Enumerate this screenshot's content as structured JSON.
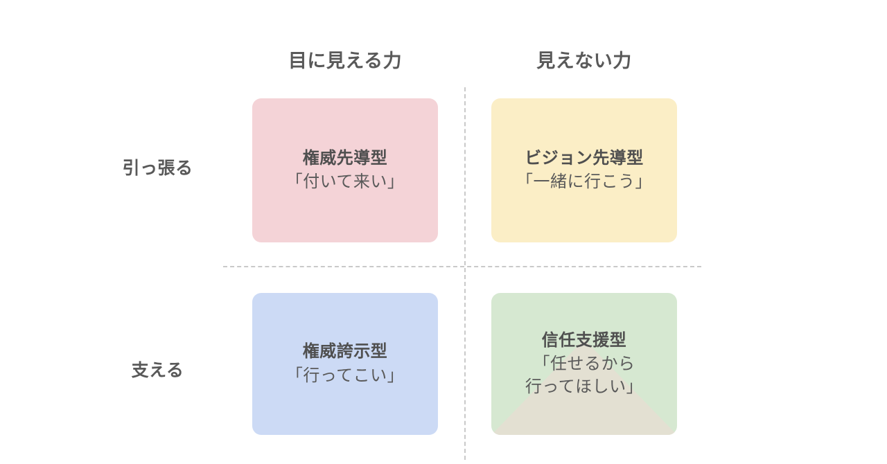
{
  "matrix": {
    "columns": [
      {
        "label": "目に見える力"
      },
      {
        "label": "見えない力"
      }
    ],
    "rows": [
      {
        "label": "引っ張る"
      },
      {
        "label": "支える"
      }
    ],
    "quadrants": [
      {
        "position": "top-left",
        "title": "権威先導型",
        "quote_lines": [
          "「付いて来い」"
        ],
        "fill": "#f4d3d7",
        "title_color": "#4f4f4f",
        "quote_color": "#5a5a5a"
      },
      {
        "position": "top-right",
        "title": "ビジョン先導型",
        "quote_lines": [
          "「一緒に行こう」"
        ],
        "fill": "#fbeec6",
        "title_color": "#4f4f4f",
        "quote_color": "#5a5a5a"
      },
      {
        "position": "bottom-left",
        "title": "権威誇示型",
        "quote_lines": [
          "「行ってこい」"
        ],
        "fill": "#ccdaf5",
        "title_color": "#4f4f4f",
        "quote_color": "#5a5a5a"
      },
      {
        "position": "bottom-right",
        "title": "信任支援型",
        "quote_lines": [
          "「任せるから",
          "行ってほしい」"
        ],
        "fill": "#d6e8d1",
        "overlay_fill": "#e3e0d2",
        "title_color": "#4f4f4f",
        "quote_color": "#5a5a5a"
      }
    ],
    "divider_color": "#c9c9c9",
    "header_color": "#595959",
    "background": "#ffffff"
  }
}
